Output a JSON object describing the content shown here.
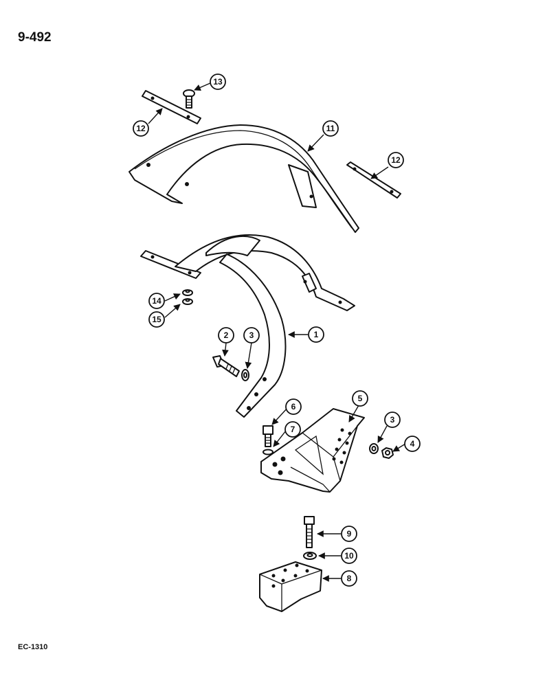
{
  "page_number": "9-492",
  "figure_code": "EC-1310",
  "callouts": [
    {
      "id": "c13",
      "label": "13"
    },
    {
      "id": "c12a",
      "label": "12"
    },
    {
      "id": "c11",
      "label": "11"
    },
    {
      "id": "c12b",
      "label": "12"
    },
    {
      "id": "c14",
      "label": "14"
    },
    {
      "id": "c15",
      "label": "15"
    },
    {
      "id": "c1",
      "label": "1"
    },
    {
      "id": "c2",
      "label": "2"
    },
    {
      "id": "c3a",
      "label": "3"
    },
    {
      "id": "c6",
      "label": "6"
    },
    {
      "id": "c7",
      "label": "7"
    },
    {
      "id": "c5",
      "label": "5"
    },
    {
      "id": "c3b",
      "label": "3"
    },
    {
      "id": "c4",
      "label": "4"
    },
    {
      "id": "c9",
      "label": "9"
    },
    {
      "id": "c10",
      "label": "10"
    },
    {
      "id": "c8",
      "label": "8"
    }
  ]
}
